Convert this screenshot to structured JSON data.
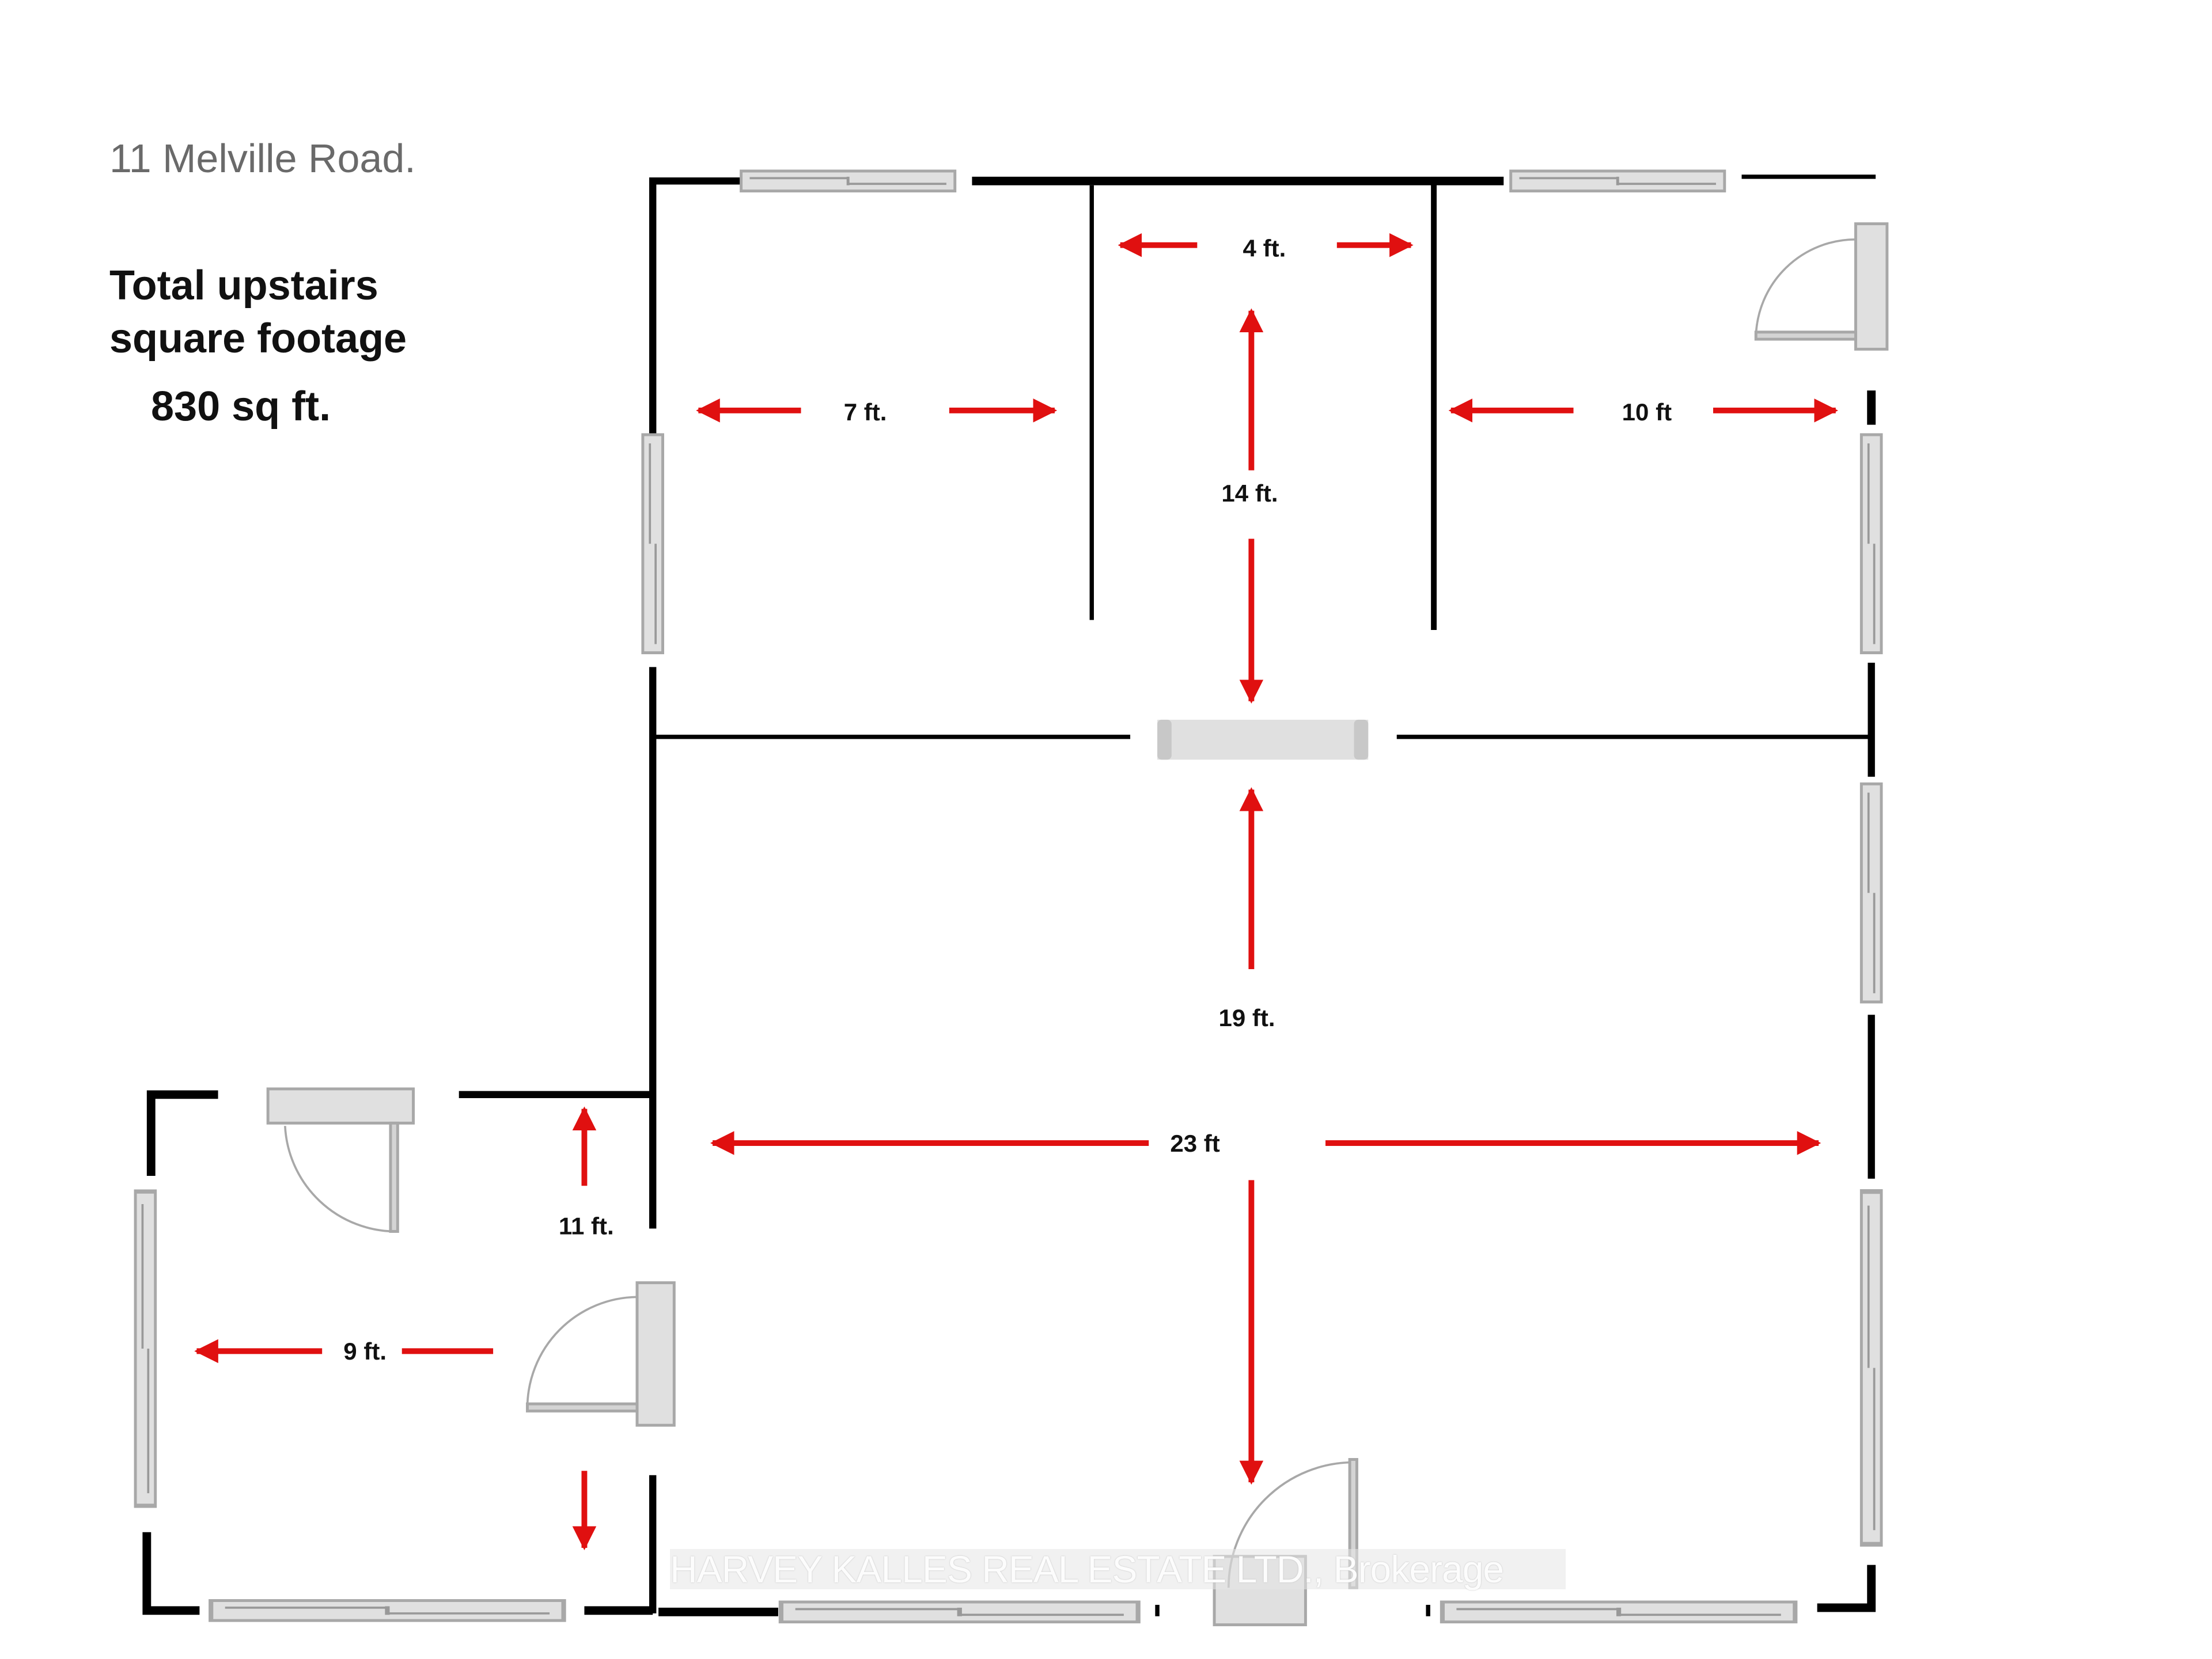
{
  "header": {
    "address": "11 Melville Road.",
    "total_label_line1": "Total upstairs",
    "total_label_line2": "square footage",
    "total_value": "830 sq ft."
  },
  "dimensions": {
    "top_hall_width": "4 ft.",
    "left_bedroom_width": "7 ft.",
    "right_bedroom_width": "10 ft",
    "upper_depth": "14 ft.",
    "main_room_depth": "19 ft.",
    "main_room_width": "23 ft",
    "small_room_depth": "11 ft.",
    "small_room_width": "9 ft."
  },
  "watermark": "HARVEY KALLES REAL ESTATE LTD., Brokerage",
  "colors": {
    "wall": "#000000",
    "arrow": "#e01010",
    "fixture": "#dcdcdc",
    "fixture_stroke": "#a8a8a8"
  }
}
